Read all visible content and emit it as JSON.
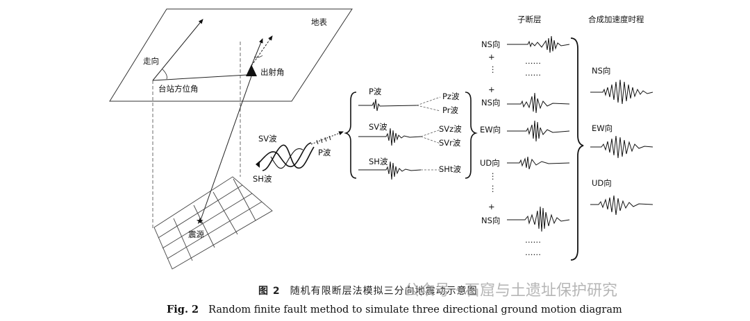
{
  "diagram": {
    "surface_label": "地表",
    "strike_label": "走向",
    "azimuth_label": "台站方位角",
    "takeoff_label": "出射角",
    "source_label": "震源",
    "sv_label": "SV波",
    "sh_label": "SH波",
    "p_label": "P波",
    "wave_rows": [
      {
        "name": "P波",
        "branches": [
          "Pz波",
          "Pr波"
        ]
      },
      {
        "name": "SV波",
        "branches": [
          "SVz波",
          "SVr波"
        ]
      },
      {
        "name": "SH波",
        "branches": [
          "SHt波"
        ]
      }
    ],
    "subfault_header": "子断层",
    "subfault_labels": [
      "NS向",
      "NS向",
      "EW向",
      "UD向",
      "NS向"
    ],
    "plus_sign": "+",
    "ellipsis": "……",
    "vdots": "⋮",
    "synth_header": "合成加速度时程",
    "synth_labels": [
      "NS向",
      "EW向",
      "UD向"
    ]
  },
  "caption": {
    "cn_fig": "图 2",
    "cn_text": "随机有限断层法模拟三分向地震动示意图",
    "en_fig": "Fig. 2",
    "en_text": "Random finite fault method to simulate three directional ground motion diagram"
  },
  "watermark": "公众号 · 石窟与土遗址保护研究",
  "colors": {
    "ink": "#111111",
    "watermark": "#aaaaaa"
  }
}
